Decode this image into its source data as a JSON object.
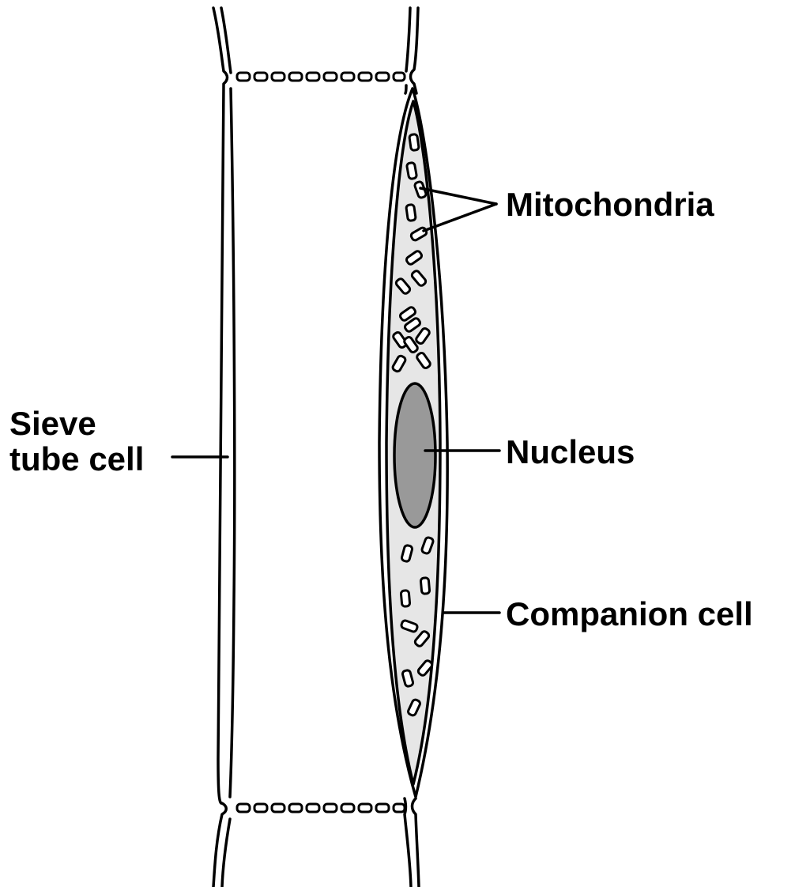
{
  "labels": {
    "sieve_tube_line1": "Sieve",
    "sieve_tube_line2": "tube cell",
    "mitochondria": "Mitochondria",
    "nucleus": "Nucleus",
    "companion_cell": "Companion cell"
  },
  "colors": {
    "outline": "#000000",
    "cytoplasm": "#e6e6e6",
    "nucleus": "#999999",
    "background": "#ffffff"
  }
}
